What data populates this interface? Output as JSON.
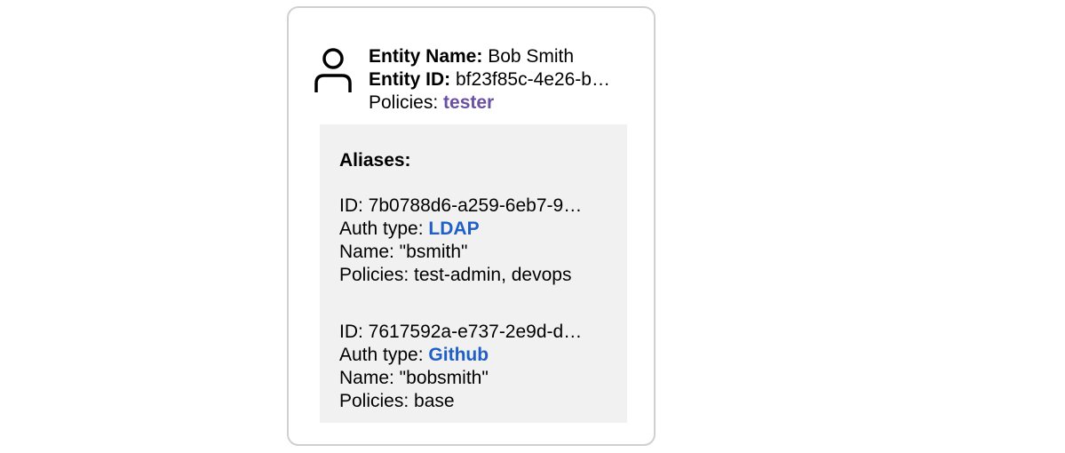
{
  "entity": {
    "name_label": "Entity Name:",
    "name_value": " Bob Smith",
    "id_label": "Entity ID:",
    "id_value": " bf23f85c-4e26-b…",
    "policies_label": "Policies: ",
    "policies_value": "tester",
    "icon": "user-icon"
  },
  "aliases": {
    "title": "Aliases:",
    "items": [
      {
        "id_line": "ID: 7b0788d6-a259-6eb7-9…",
        "auth_label": "Auth type: ",
        "auth_value": "LDAP",
        "name_line": "Name: \"bsmith\"",
        "policies_line": "Policies: test-admin, devops"
      },
      {
        "id_line": "ID: 7617592a-e737-2e9d-d…",
        "auth_label": "Auth type: ",
        "auth_value": "Github",
        "name_line": "Name: \"bobsmith\"",
        "policies_line": "Policies: base"
      }
    ]
  },
  "colors": {
    "policy_accent": "#6a4fa3",
    "auth_accent": "#1f5fc6",
    "card_border": "#d0d0d0",
    "aliases_background": "#f1f1f1"
  }
}
